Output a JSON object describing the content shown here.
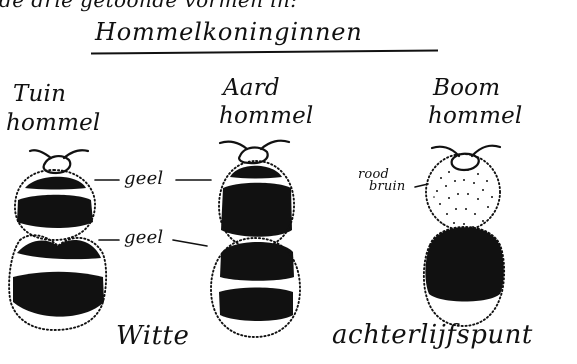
{
  "header": {
    "cut_text": "de drie getoonde vormen in:",
    "title": "Hommelkoninginnen"
  },
  "species": [
    {
      "name_line1": "Tuin",
      "name_line2": "hommel"
    },
    {
      "name_line1": "Aard",
      "name_line2": "hommel"
    },
    {
      "name_line1": "Boom",
      "name_line2": "hommel"
    }
  ],
  "annotations": {
    "upper_yellow": "geel",
    "lower_yellow": "geel",
    "red_line1": "rood",
    "red_line2": "bruin"
  },
  "footer": {
    "white_label": "Witte",
    "tail_label": "achterlijfspunt"
  }
}
